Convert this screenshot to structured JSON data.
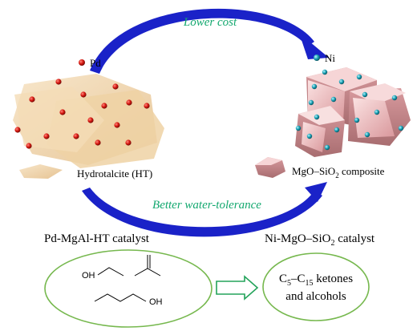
{
  "arrows": {
    "top_label": "Lower cost",
    "bottom_label": "Better water-tolerance",
    "label_color": "#13a86f",
    "arrow_color": "#1a22c8"
  },
  "left": {
    "legend_pd": "Pd",
    "legend_ht": "Hydrotalcite (HT)",
    "catalyst": "Pd-MgAl-HT catalyst"
  },
  "right": {
    "legend_ni": "Ni",
    "legend_composite_pre": "MgO–SiO",
    "legend_composite_sub": "2",
    "legend_composite_post": " composite",
    "catalyst_pre": "Ni-MgO–SiO",
    "catalyst_sub": "2",
    "catalyst_post": " catalyst"
  },
  "reactants": {
    "ethanol_oh": "OH",
    "butanol_oh": "OH"
  },
  "products": {
    "line1": {
      "c1": "C",
      "s1": "5",
      "dash": "–C",
      "s2": "15",
      "rest": " ketones"
    },
    "line2": "and alcohols"
  },
  "colors": {
    "pd_particle": "#d81a12",
    "ni_particle": "#1aa3b8",
    "hydrotalcite": "#f1d6ad",
    "composite": "#eeb9bc",
    "ellipse_border": "#76b84e",
    "process_arrow": "#23a35a"
  }
}
